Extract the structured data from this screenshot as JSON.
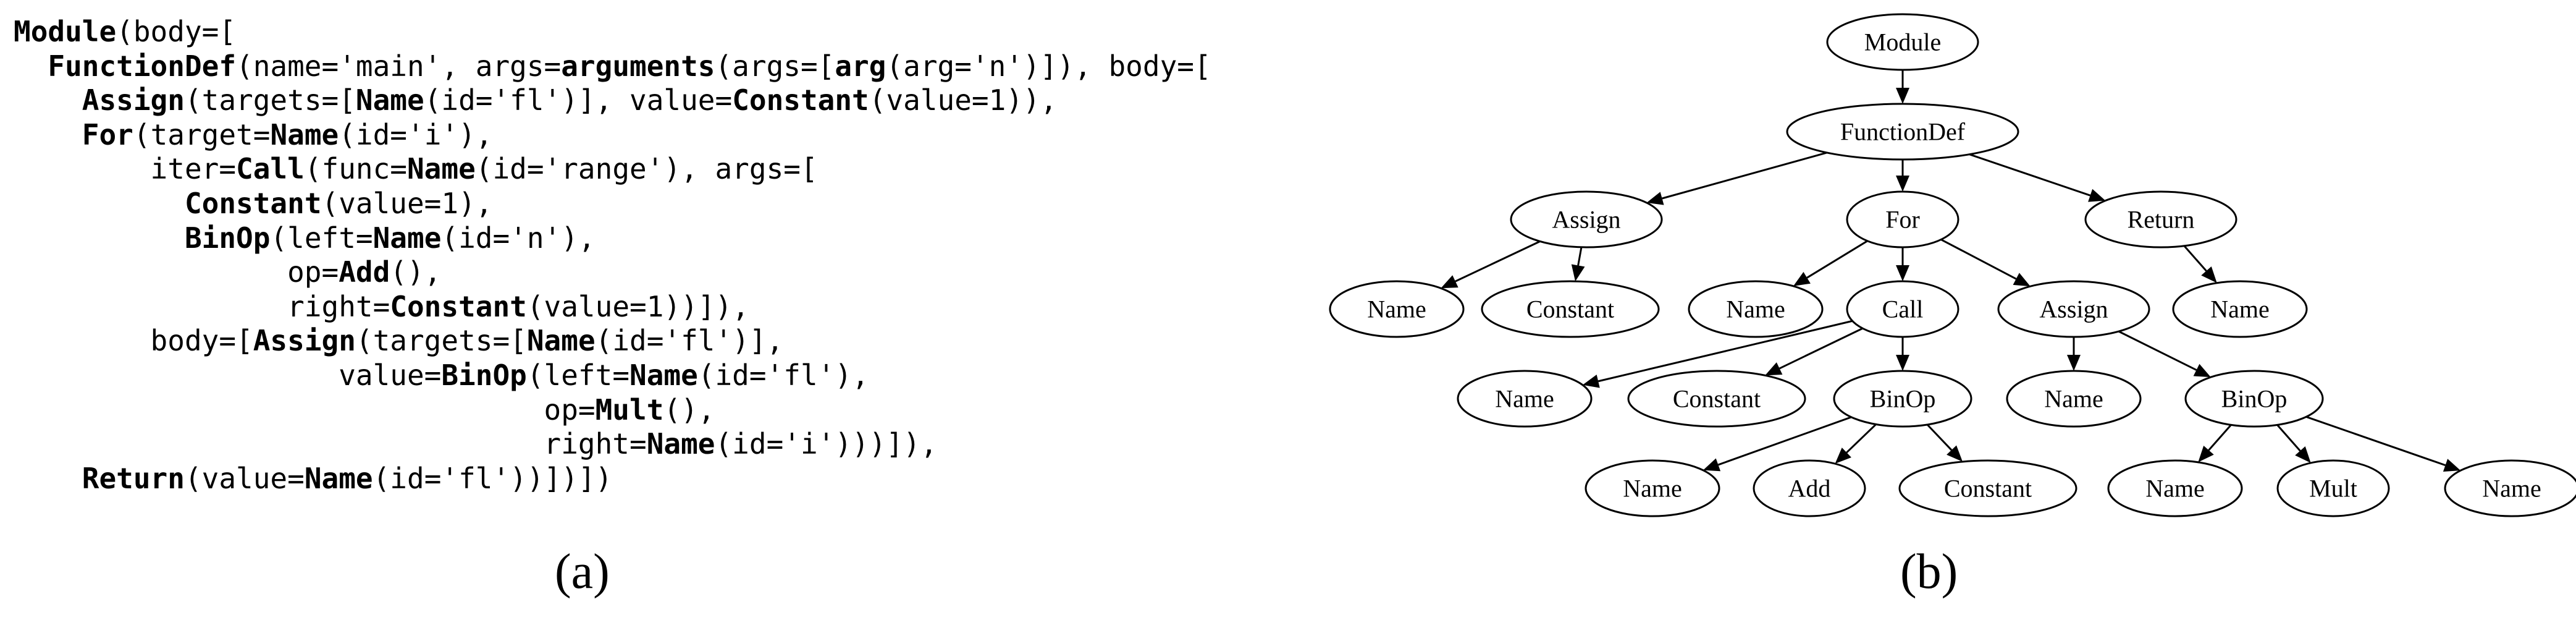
{
  "code": {
    "lines": [
      [
        {
          "t": "Module",
          "b": true
        },
        {
          "t": "(body=["
        }
      ],
      [
        {
          "t": "  "
        },
        {
          "t": "FunctionDef",
          "b": true
        },
        {
          "t": "(name='main', args="
        },
        {
          "t": "arguments",
          "b": true
        },
        {
          "t": "(args=["
        },
        {
          "t": "arg",
          "b": true
        },
        {
          "t": "(arg='n')]), body=["
        }
      ],
      [
        {
          "t": "    "
        },
        {
          "t": "Assign",
          "b": true
        },
        {
          "t": "(targets=["
        },
        {
          "t": "Name",
          "b": true
        },
        {
          "t": "(id='fl')], value="
        },
        {
          "t": "Constant",
          "b": true
        },
        {
          "t": "(value=1)),"
        }
      ],
      [
        {
          "t": "    "
        },
        {
          "t": "For",
          "b": true
        },
        {
          "t": "(target="
        },
        {
          "t": "Name",
          "b": true
        },
        {
          "t": "(id='i'),"
        }
      ],
      [
        {
          "t": "        iter="
        },
        {
          "t": "Call",
          "b": true
        },
        {
          "t": "(func="
        },
        {
          "t": "Name",
          "b": true
        },
        {
          "t": "(id='range'), args=["
        }
      ],
      [
        {
          "t": "          "
        },
        {
          "t": "Constant",
          "b": true
        },
        {
          "t": "(value=1),"
        }
      ],
      [
        {
          "t": "          "
        },
        {
          "t": "BinOp",
          "b": true
        },
        {
          "t": "(left="
        },
        {
          "t": "Name",
          "b": true
        },
        {
          "t": "(id='n'),"
        }
      ],
      [
        {
          "t": "                op="
        },
        {
          "t": "Add",
          "b": true
        },
        {
          "t": "(),"
        }
      ],
      [
        {
          "t": "                right="
        },
        {
          "t": "Constant",
          "b": true
        },
        {
          "t": "(value=1))]),"
        }
      ],
      [
        {
          "t": "        body=["
        },
        {
          "t": "Assign",
          "b": true
        },
        {
          "t": "(targets=["
        },
        {
          "t": "Name",
          "b": true
        },
        {
          "t": "(id='fl')],"
        }
      ],
      [
        {
          "t": "                   value="
        },
        {
          "t": "BinOp",
          "b": true
        },
        {
          "t": "(left="
        },
        {
          "t": "Name",
          "b": true
        },
        {
          "t": "(id='fl'),"
        }
      ],
      [
        {
          "t": "                               op="
        },
        {
          "t": "Mult",
          "b": true
        },
        {
          "t": "(),"
        }
      ],
      [
        {
          "t": "                               right="
        },
        {
          "t": "Name",
          "b": true
        },
        {
          "t": "(id='i')))]),"
        }
      ],
      [
        {
          "t": "    "
        },
        {
          "t": "Return",
          "b": true
        },
        {
          "t": "(value="
        },
        {
          "t": "Name",
          "b": true
        },
        {
          "t": "(id='fl'))])])"
        }
      ]
    ]
  },
  "captions": {
    "a": "(a)",
    "b": "(b)"
  },
  "tree": {
    "nodes": [
      {
        "id": "module",
        "label": "Module"
      },
      {
        "id": "functiondef",
        "label": "FunctionDef"
      },
      {
        "id": "assign1",
        "label": "Assign"
      },
      {
        "id": "for",
        "label": "For"
      },
      {
        "id": "return",
        "label": "Return"
      },
      {
        "id": "name-a1",
        "label": "Name"
      },
      {
        "id": "constant-a1",
        "label": "Constant"
      },
      {
        "id": "name-for",
        "label": "Name"
      },
      {
        "id": "call",
        "label": "Call"
      },
      {
        "id": "assign2",
        "label": "Assign"
      },
      {
        "id": "name-ret",
        "label": "Name"
      },
      {
        "id": "name-call",
        "label": "Name"
      },
      {
        "id": "constant-call",
        "label": "Constant"
      },
      {
        "id": "binop1",
        "label": "BinOp"
      },
      {
        "id": "name-a2",
        "label": "Name"
      },
      {
        "id": "binop2",
        "label": "BinOp"
      },
      {
        "id": "name-b1",
        "label": "Name"
      },
      {
        "id": "add",
        "label": "Add"
      },
      {
        "id": "constant-b1",
        "label": "Constant"
      },
      {
        "id": "name-b2l",
        "label": "Name"
      },
      {
        "id": "mult",
        "label": "Mult"
      },
      {
        "id": "name-b2r",
        "label": "Name"
      }
    ],
    "edges": [
      [
        "module",
        "functiondef"
      ],
      [
        "functiondef",
        "assign1"
      ],
      [
        "functiondef",
        "for"
      ],
      [
        "functiondef",
        "return"
      ],
      [
        "assign1",
        "name-a1"
      ],
      [
        "assign1",
        "constant-a1"
      ],
      [
        "for",
        "name-for"
      ],
      [
        "for",
        "call"
      ],
      [
        "for",
        "assign2"
      ],
      [
        "return",
        "name-ret"
      ],
      [
        "call",
        "name-call"
      ],
      [
        "call",
        "constant-call"
      ],
      [
        "call",
        "binop1"
      ],
      [
        "assign2",
        "name-a2"
      ],
      [
        "assign2",
        "binop2"
      ],
      [
        "binop1",
        "name-b1"
      ],
      [
        "binop1",
        "add"
      ],
      [
        "binop1",
        "constant-b1"
      ],
      [
        "binop2",
        "name-b2l"
      ],
      [
        "binop2",
        "mult"
      ],
      [
        "binop2",
        "name-b2r"
      ]
    ]
  }
}
